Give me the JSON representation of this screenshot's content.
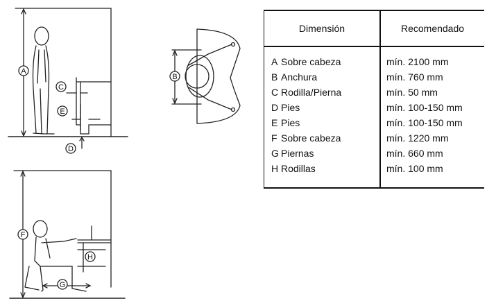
{
  "diagram": {
    "labels": {
      "A": "A",
      "B": "B",
      "C": "C",
      "D": "D",
      "E": "E",
      "F": "F",
      "G": "G",
      "H": "H"
    }
  },
  "table": {
    "headers": {
      "dimension": "Dimensión",
      "recommended": "Recomendado"
    },
    "rows": [
      {
        "key": "A",
        "name": "Sobre cabeza",
        "value": "mín. 2100 mm"
      },
      {
        "key": "B",
        "name": "Anchura",
        "value": "mín. 760 mm"
      },
      {
        "key": "C",
        "name": "Rodilla/Pierna",
        "value": "mín. 50 mm"
      },
      {
        "key": "D",
        "name": "Pies",
        "value": "mín. 100-150 mm"
      },
      {
        "key": "E",
        "name": "Pies",
        "value": "mín. 100-150 mm"
      },
      {
        "key": "F",
        "name": "Sobre cabeza",
        "value": "mín. 1220 mm"
      },
      {
        "key": "G",
        "name": "Piernas",
        "value": "mín. 660 mm"
      },
      {
        "key": "H",
        "name": "Rodillas",
        "value": "mín. 100 mm"
      }
    ]
  }
}
